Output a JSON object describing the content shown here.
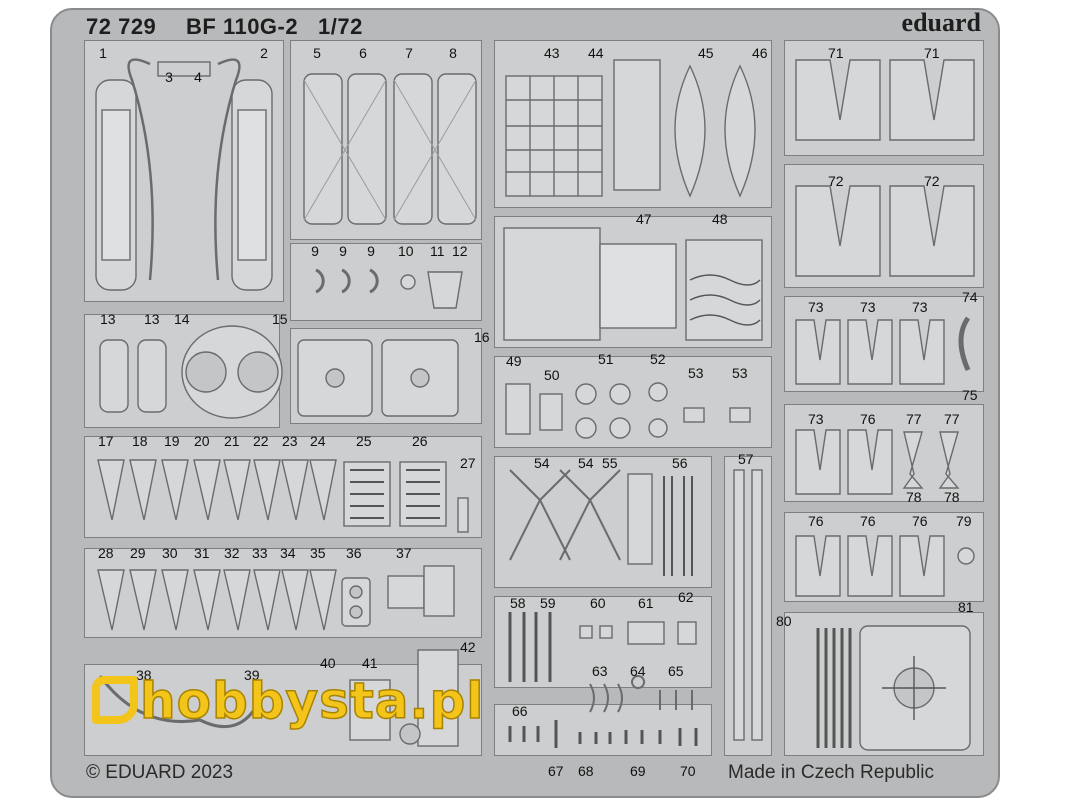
{
  "header": {
    "code": "72 729",
    "name": "BF 110G-2",
    "scale": "1/72",
    "brand": "eduard"
  },
  "footer": {
    "copyright": "© EDUARD 2023",
    "origin": "Made in Czech Republic"
  },
  "watermark": {
    "text": "hobbysta.pl",
    "color": "#f3c41a"
  },
  "colors": {
    "fret": "#b8b9ba",
    "pane": "#cdcecf",
    "part": "#d6d7d8",
    "outline": "#6f7071"
  },
  "part_numbers": [
    "1",
    "2",
    "3",
    "4",
    "5",
    "6",
    "7",
    "8",
    "9",
    "9",
    "9",
    "10",
    "11",
    "12",
    "13",
    "13",
    "14",
    "15",
    "16",
    "17",
    "18",
    "19",
    "20",
    "21",
    "22",
    "23",
    "24",
    "25",
    "26",
    "27",
    "28",
    "29",
    "30",
    "31",
    "32",
    "33",
    "34",
    "35",
    "36",
    "37",
    "38",
    "39",
    "40",
    "41",
    "42",
    "43",
    "44",
    "45",
    "46",
    "47",
    "48",
    "49",
    "50",
    "51",
    "52",
    "53",
    "53",
    "54",
    "54",
    "55",
    "56",
    "57",
    "58",
    "59",
    "60",
    "61",
    "62",
    "63",
    "64",
    "65",
    "66",
    "67",
    "68",
    "69",
    "70",
    "71",
    "71",
    "72",
    "72",
    "73",
    "73",
    "73",
    "74",
    "75",
    "73",
    "76",
    "77",
    "77",
    "78",
    "78",
    "76",
    "76",
    "76",
    "79",
    "80",
    "81"
  ]
}
